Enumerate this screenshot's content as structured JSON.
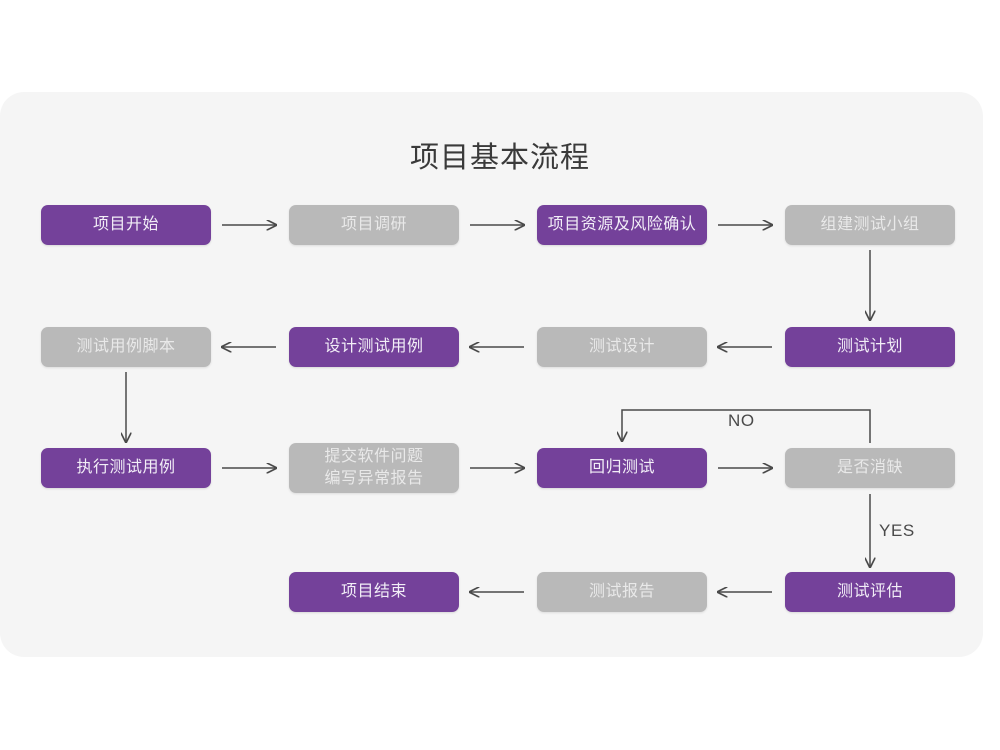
{
  "diagram": {
    "title": "项目基本流程",
    "colors": {
      "purple": "#74419a",
      "gray": "#b9b9b9",
      "canvas": "#f5f5f5",
      "page": "#ffffff",
      "arrow": "#4a4a4a",
      "title_text": "#3a3a3a"
    },
    "nodes": [
      {
        "id": "n1",
        "label": "项目开始",
        "style": "purple",
        "row": 1,
        "col": 1
      },
      {
        "id": "n2",
        "label": "项目调研",
        "style": "gray",
        "row": 1,
        "col": 2
      },
      {
        "id": "n3",
        "label": "项目资源及风险确认",
        "style": "purple",
        "row": 1,
        "col": 3
      },
      {
        "id": "n4",
        "label": "组建测试小组",
        "style": "gray",
        "row": 1,
        "col": 4
      },
      {
        "id": "n5",
        "label": "测试用例脚本",
        "style": "gray",
        "row": 2,
        "col": 1
      },
      {
        "id": "n6",
        "label": "设计测试用例",
        "style": "purple",
        "row": 2,
        "col": 2
      },
      {
        "id": "n7",
        "label": "测试设计",
        "style": "gray",
        "row": 2,
        "col": 3
      },
      {
        "id": "n8",
        "label": "测试计划",
        "style": "purple",
        "row": 2,
        "col": 4
      },
      {
        "id": "n9",
        "label": "执行测试用例",
        "style": "purple",
        "row": 3,
        "col": 1
      },
      {
        "id": "n10",
        "label": "提交软件问题\n编写异常报告",
        "style": "gray",
        "row": 3,
        "col": 2
      },
      {
        "id": "n11",
        "label": "回归测试",
        "style": "purple",
        "row": 3,
        "col": 3
      },
      {
        "id": "n12",
        "label": "是否消缺",
        "style": "gray",
        "row": 3,
        "col": 4
      },
      {
        "id": "n13",
        "label": "项目结束",
        "style": "purple",
        "row": 4,
        "col": 2
      },
      {
        "id": "n14",
        "label": "测试报告",
        "style": "gray",
        "row": 4,
        "col": 3
      },
      {
        "id": "n15",
        "label": "测试评估",
        "style": "purple",
        "row": 4,
        "col": 4
      }
    ],
    "edge_labels": {
      "no": "NO",
      "yes": "YES"
    }
  }
}
